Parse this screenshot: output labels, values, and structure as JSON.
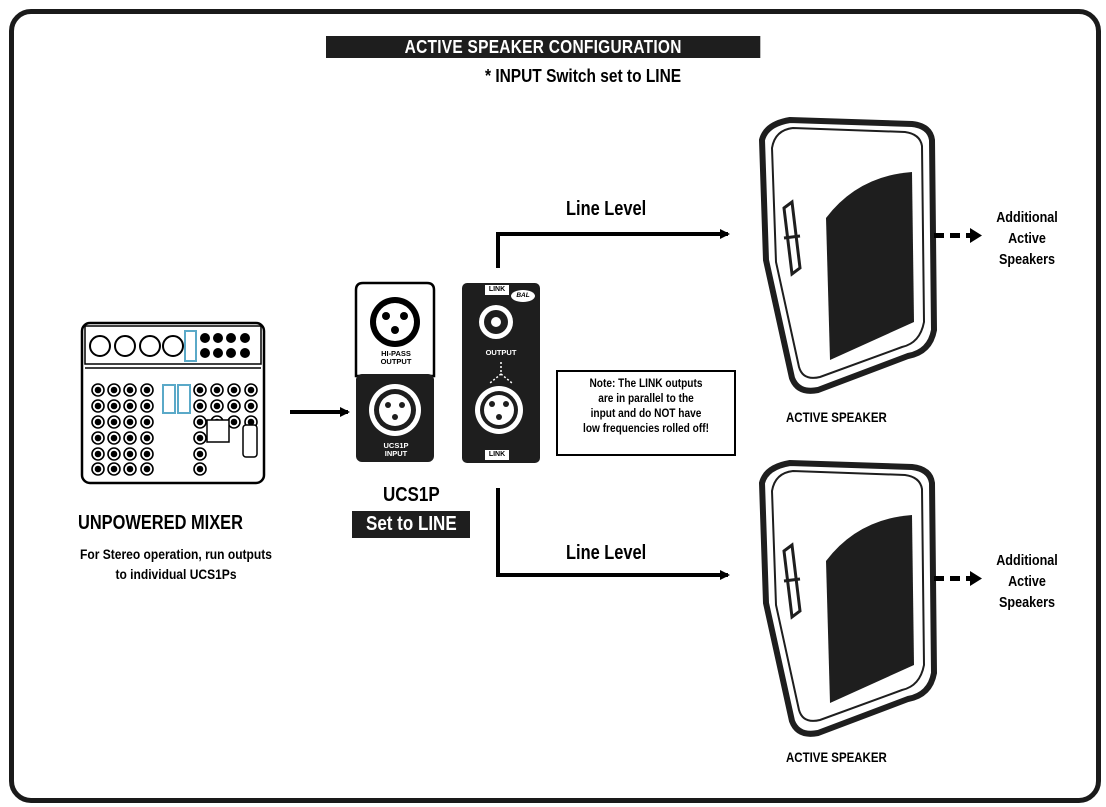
{
  "header": {
    "title": "ACTIVE SPEAKER CONFIGURATION",
    "note": "* INPUT Switch set to LINE"
  },
  "mixer": {
    "label": "UNPOWERED MIXER",
    "caption_line1": "For Stereo operation, run outputs",
    "caption_line2": "to individual UCS1Ps"
  },
  "ucs": {
    "label": "UCS1P",
    "mode": "Set to LINE",
    "hipass_label_1": "HI-PASS",
    "hipass_label_2": "OUTPUT",
    "input_label_1": "UCS1P",
    "input_label_2": "INPUT",
    "link_top": "LINK",
    "bal": "BAL",
    "output": "OUTPUT",
    "link_bottom": "LINK"
  },
  "note_box": {
    "line1": "Note: The LINK outputs",
    "line2": "are in parallel to the",
    "line3": "input and do NOT have",
    "line4": "low frequencies rolled off!"
  },
  "paths": {
    "top_label": "Line Level",
    "bottom_label": "Line Level"
  },
  "speakers": {
    "top_label": "ACTIVE SPEAKER",
    "bottom_label": "ACTIVE SPEAKER",
    "additional_top": [
      "Additional",
      "Active",
      "Speakers"
    ],
    "additional_bottom": [
      "Additional",
      "Active",
      "Speakers"
    ]
  },
  "colors": {
    "ink": "#1e1e1e",
    "accent": "#5aa9c8"
  }
}
